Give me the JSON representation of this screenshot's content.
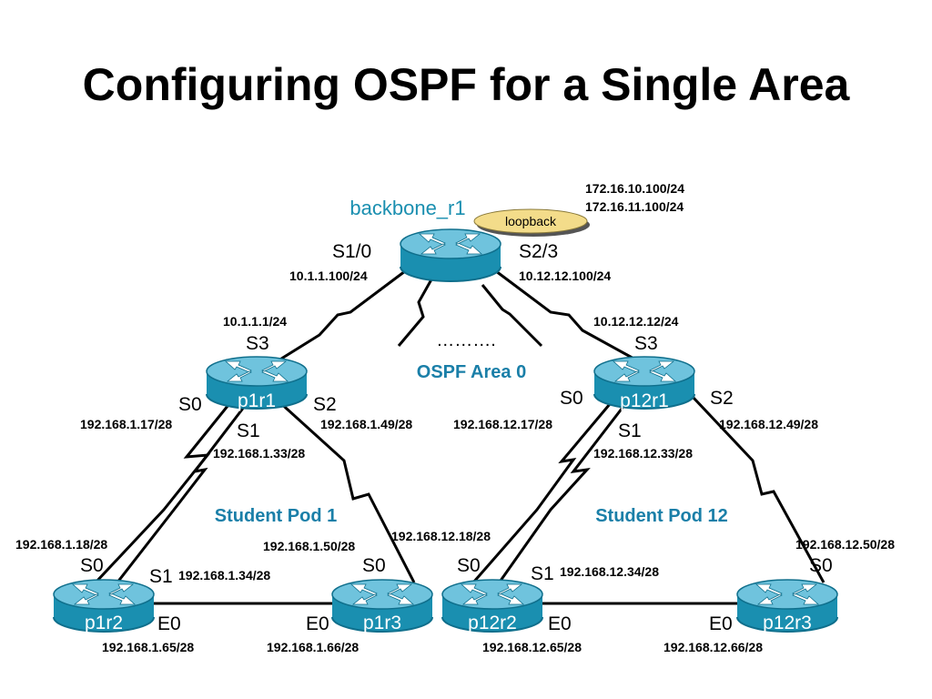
{
  "title": "Configuring OSPF for a Single Area",
  "colors": {
    "router_top": "#6fc3dd",
    "router_body": "#1a8fb0",
    "router_bottom": "#0f6f8c",
    "area_text": "#1a7fa8",
    "loopback_fill": "#f3dc8a"
  },
  "routers": {
    "backbone": {
      "name": "backbone_r1",
      "icon": "router-icon"
    },
    "p1r1": {
      "name": "p1r1"
    },
    "p12r1": {
      "name": "p12r1"
    },
    "p1r2": {
      "name": "p1r2"
    },
    "p1r3": {
      "name": "p1r3"
    },
    "p12r2": {
      "name": "p12r2"
    },
    "p12r3": {
      "name": "p12r3"
    }
  },
  "loopback": {
    "label": "loopback",
    "ip1": "172.16.10.100/24",
    "ip2": "172.16.11.100/24"
  },
  "area_labels": {
    "backbone": "OSPF Area 0",
    "dots": "……….",
    "pod1": "Student Pod 1",
    "pod12": "Student Pod 12"
  },
  "backbone_links": {
    "left_port": "S1/0",
    "left_ip": "10.1.1.100/24",
    "right_port": "S2/3",
    "right_ip": "10.12.12.100/24",
    "p1r1_port": "S3",
    "p1r1_ip": "10.1.1.1/24",
    "p12r1_port": "S3",
    "p12r1_ip": "10.12.12.12/24"
  },
  "pod1": {
    "r1_s0": "S0",
    "r1_s0_ip": "192.168.1.17/28",
    "r1_s1": "S1",
    "r1_s1_ip": "192.168.1.33/28",
    "r1_s2": "S2",
    "r1_s2_ip": "192.168.1.49/28",
    "r2_s0": "S0",
    "r2_s0_ip": "192.168.1.18/28",
    "r2_s1": "S1",
    "r2_s1_ip": "192.168.1.34/28",
    "r2_e0": "E0",
    "r2_e0_ip": "192.168.1.65/28",
    "r3_s0": "S0",
    "r3_s0_ip": "192.168.1.50/28",
    "r3_e0": "E0",
    "r3_e0_ip": "192.168.1.66/28"
  },
  "pod12": {
    "r1_s0": "S0",
    "r1_s0_ip": "192.168.12.17/28",
    "r1_s1": "S1",
    "r1_s1_ip": "192.168.12.33/28",
    "r1_s2": "S2",
    "r1_s2_ip": "192.168.12.49/28",
    "r2_s0": "S0",
    "r2_s0_ip": "192.168.12.18/28",
    "r2_s1": "S1",
    "r2_s1_ip": "192.168.12.34/28",
    "r2_e0": "E0",
    "r2_e0_ip": "192.168.12.65/28",
    "r3_s0": "S0",
    "r3_s0_ip": "192.168.12.50/28",
    "r3_e0": "E0",
    "r3_e0_ip": "192.168.12.66/28"
  }
}
